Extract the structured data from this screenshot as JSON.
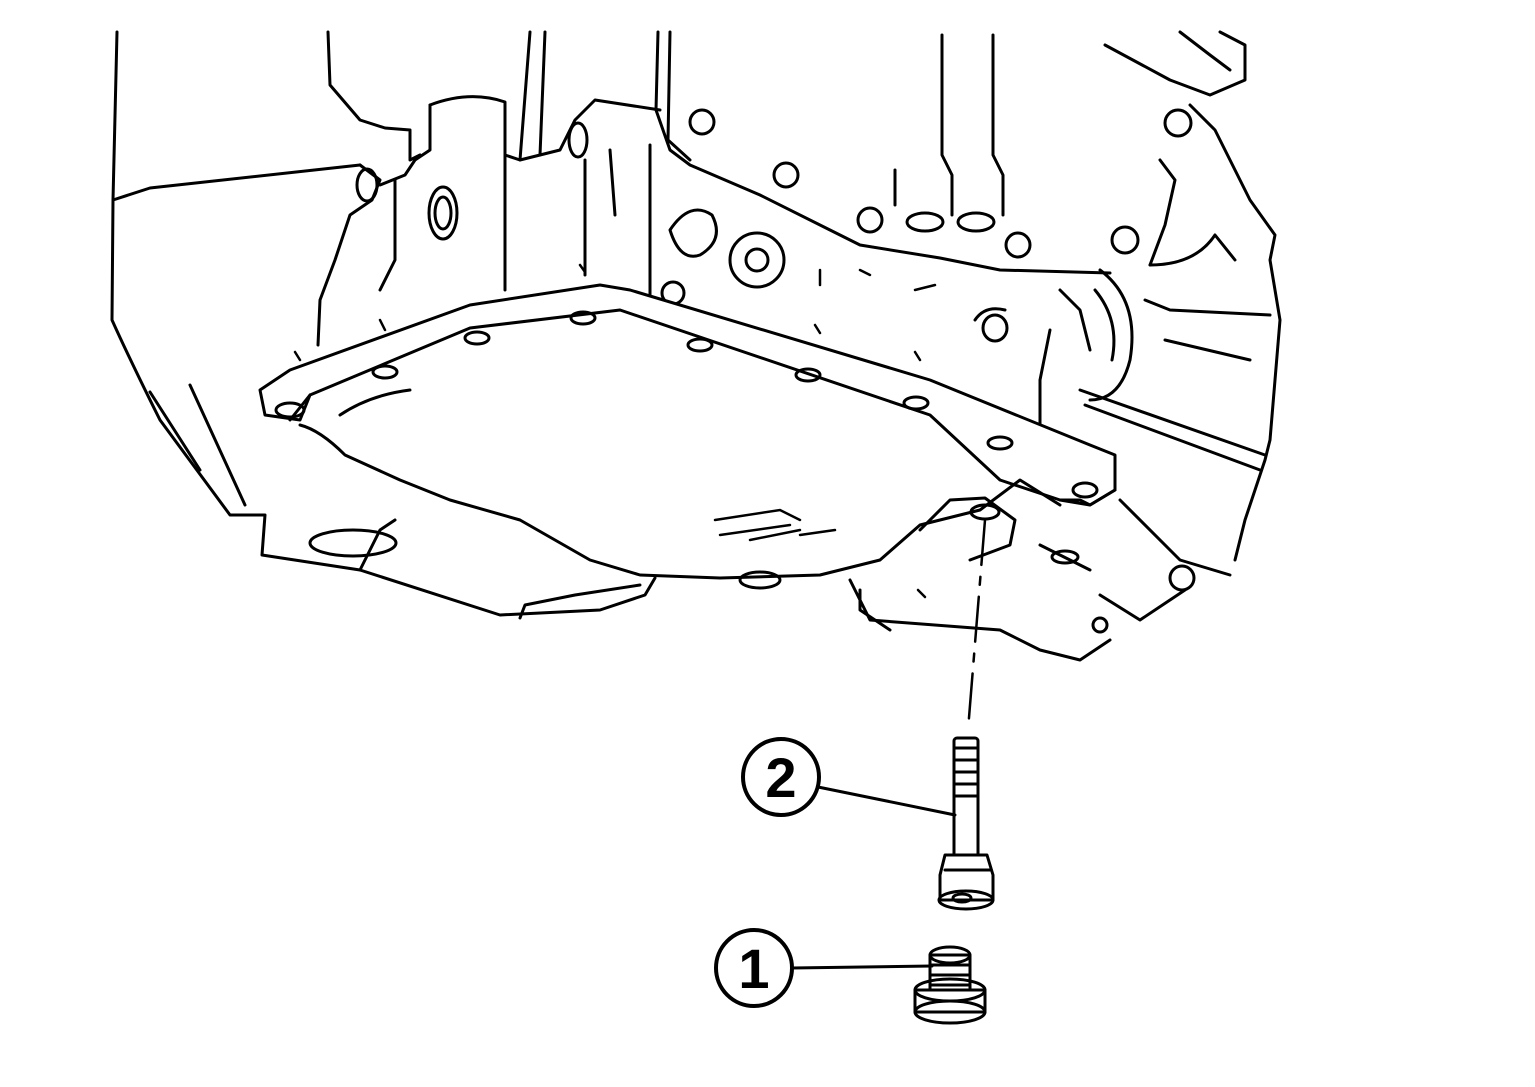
{
  "callouts": [
    {
      "id": "1",
      "label": "1",
      "part": "drain-plug"
    },
    {
      "id": "2",
      "label": "2",
      "part": "overflow-tube"
    }
  ],
  "colors": {
    "line": "#000000",
    "background": "#ffffff"
  }
}
